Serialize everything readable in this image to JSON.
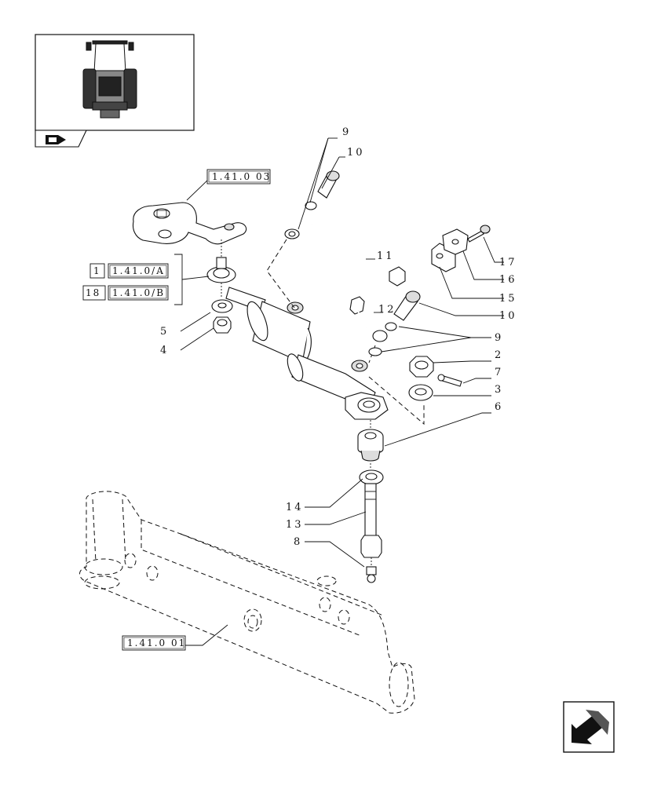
{
  "refs": {
    "upper_arm": "1.41.0 03",
    "ref_a_num": "1",
    "ref_a": "1.41.0/A",
    "ref_b_num": "18",
    "ref_b": "1.41.0/B",
    "axle": "1.41.0 01"
  },
  "callouts": {
    "c9_top": "9",
    "c10_top": "10",
    "c11": "11",
    "c12": "12",
    "c17": "17",
    "c16": "16",
    "c15": "15",
    "c10_right": "10",
    "c9_right": "9",
    "c2": "2",
    "c7": "7",
    "c3": "3",
    "c6": "6",
    "c5": "5",
    "c4": "4",
    "c14": "14",
    "c13": "13",
    "c8": "8"
  },
  "icons": {
    "thumbnail": "tractor-front-view-thumbnail",
    "book": "book-reference-icon",
    "nav": "previous-page-arrow-icon"
  }
}
